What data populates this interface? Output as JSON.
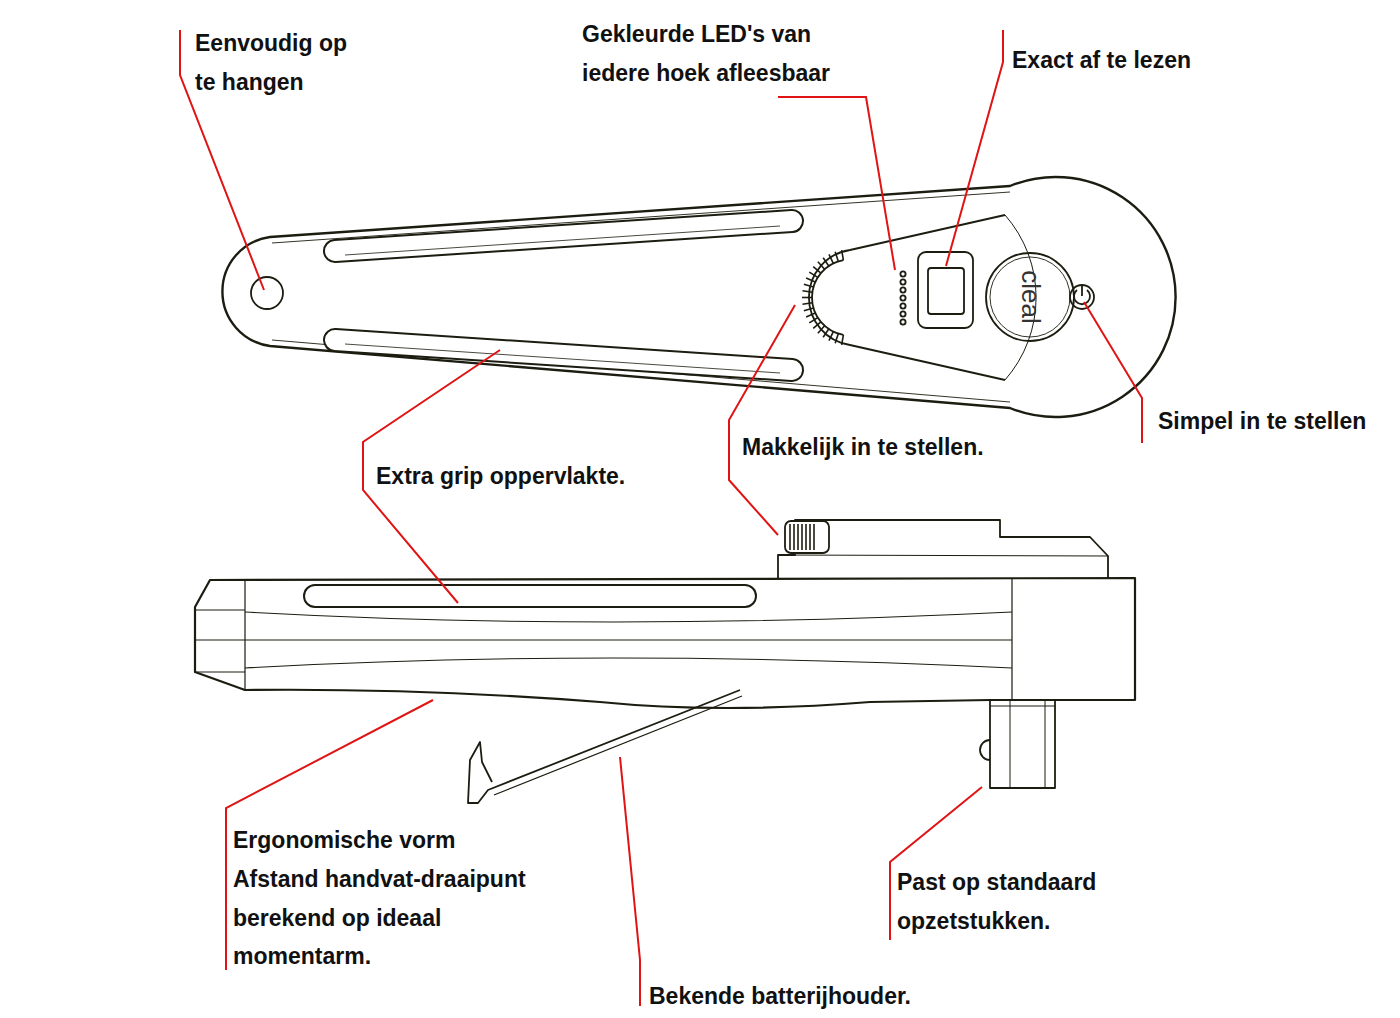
{
  "diagram": {
    "labels": [
      "Eenvoudig op te hangen",
      "Gekleurde LED's van iedere hoek afleesbaar",
      "Exact af te lezen",
      "Simpel in te stellen",
      "Makkelijk in te stellen.",
      "Extra grip oppervlakte.",
      "Ergonomische vorm",
      "Afstand handvat-draaipunt berekend op ideaal momentarm.",
      "Past op standaard opzetstukken.",
      "Bekende batterijhouder.",
      "cleal"
    ]
  }
}
